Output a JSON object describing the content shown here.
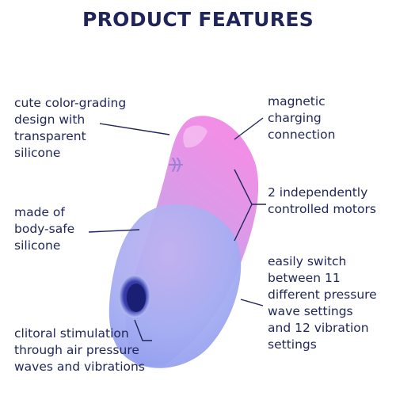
{
  "title": "PRODUCT FEATURES",
  "features": [
    {
      "lines": [
        "cute color-grading",
        "design with",
        "transparent",
        "silicone"
      ]
    },
    {
      "lines": [
        "made of",
        "body-safe",
        "silicone"
      ]
    },
    {
      "lines": [
        "clitoral stimulation",
        "through air pressure",
        "waves and vibrations"
      ]
    },
    {
      "lines": [
        "magnetic",
        "charging",
        "connection"
      ]
    },
    {
      "lines": [
        "2 independently",
        "controlled motors"
      ]
    },
    {
      "lines": [
        "easily switch",
        "between 11",
        "different pressure",
        "wave settings",
        "and 12 vibration",
        "settings"
      ]
    }
  ],
  "colors": {
    "text": "#1f2558",
    "product_top": "#e98fe0",
    "product_bottom": "#9aa3f2"
  }
}
